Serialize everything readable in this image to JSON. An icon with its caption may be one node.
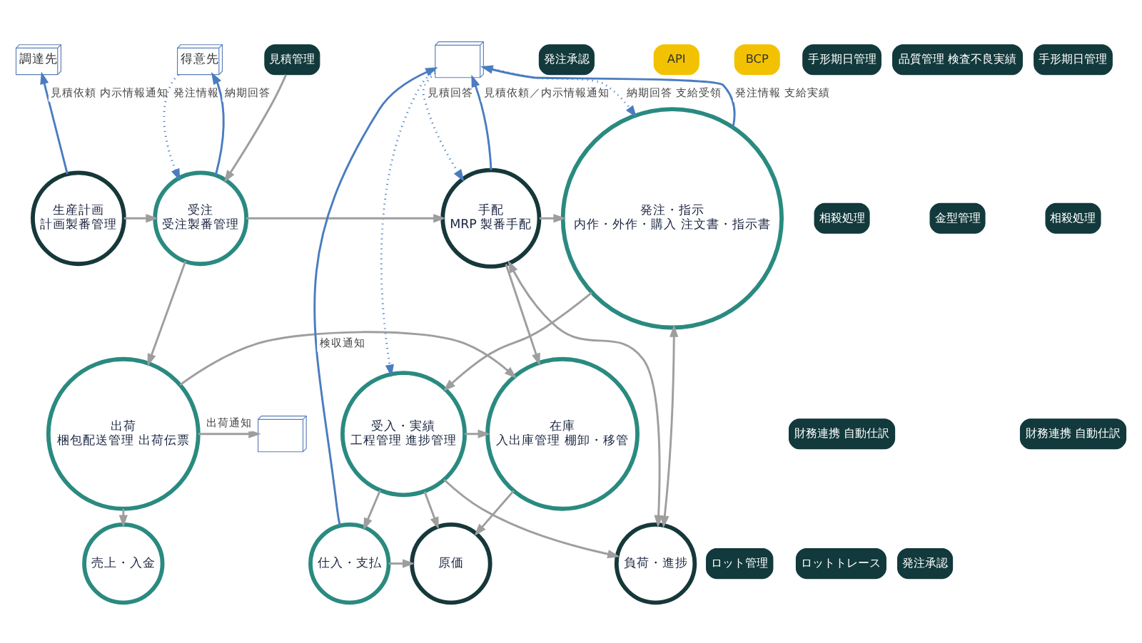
{
  "diagram": {
    "nodes": [
      {
        "text": [
          "調達先"
        ]
      },
      {
        "text": [
          "得意先"
        ]
      },
      {
        "text": [],
        "shape": "picture"
      },
      {
        "text": [
          "生産計画",
          "計画製番管理"
        ]
      },
      {
        "text": [
          "見積管理"
        ]
      },
      {
        "text": [
          "受注",
          "受注製番管理"
        ]
      },
      {
        "text": [
          "手配",
          "MRP 製番手配"
        ]
      },
      {
        "text": [
          "発注承認"
        ]
      },
      {
        "text": [
          "発注・指示",
          "内作・外作・購入 注文書・指示書"
        ]
      },
      {
        "text": [
          "API"
        ]
      },
      {
        "text": [
          "BCP"
        ]
      },
      {
        "text": [
          "負荷・進捗"
        ]
      },
      {
        "text": [
          "ロット管理"
        ]
      },
      {
        "text": [
          "ロットトレース"
        ]
      },
      {
        "text": [
          "発注承認"
        ]
      },
      {
        "text": [],
        "shape": "picture"
      },
      {
        "text": [
          "出荷",
          "梱包配送管理 出荷伝票"
        ]
      },
      {
        "text": [
          "在庫",
          "入出庫管理 棚卸・移管"
        ]
      },
      {
        "text": [
          "受入・実績",
          "工程管理 進捗管理"
        ]
      },
      {
        "text": [
          "手形期日管理"
        ]
      },
      {
        "text": [
          "相殺処理"
        ]
      },
      {
        "text": [
          "財務連携 自動仕訳"
        ]
      },
      {
        "text": [
          "品質管理 検査不良実績"
        ]
      },
      {
        "text": [
          "金型管理"
        ]
      },
      {
        "text": [
          "手形期日管理"
        ]
      },
      {
        "text": [
          "相殺処理"
        ]
      },
      {
        "text": [
          "財務連携 自動仕訳"
        ]
      },
      {
        "text": [
          "売上・入金"
        ]
      },
      {
        "text": [
          "原価"
        ]
      },
      {
        "text": [
          "仕入・支払"
        ]
      }
    ],
    "edges": [
      {
        "from": 3,
        "to": 0,
        "arrow": "to",
        "label": "見積依頼 内示情報通知",
        "color": "#4a7cc0"
      },
      {
        "from": 1,
        "to": 5,
        "arrow": "to",
        "label": "発注情報",
        "style": "dashed",
        "color": "#4a7cc0"
      },
      {
        "from": 5,
        "to": 1,
        "arrow": "to",
        "label": "納期回答",
        "color": "#4a7cc0"
      },
      {
        "from": 4,
        "to": 5,
        "arrow": "to"
      },
      {
        "from": 3,
        "to": 5,
        "arrow": "to"
      },
      {
        "from": 5,
        "to": 6,
        "arrow": "to"
      },
      {
        "from": 6,
        "to": 2,
        "arrow": "to",
        "label": "見積依頼／内示情報通知",
        "color": "#4a7cc0"
      },
      {
        "from": 2,
        "to": 6,
        "arrow": "to",
        "label": "見積回答",
        "style": "dashed",
        "color": "#4a7cc0"
      },
      {
        "from": 6,
        "to": 8,
        "arrow": "to"
      },
      {
        "from": 8,
        "to": 2,
        "arrow": "to",
        "label": "発注情報 支給実績",
        "color": "#4a7cc0"
      },
      {
        "from": 2,
        "to": 8,
        "arrow": "to",
        "label": "納期回答 支給受領",
        "style": "dashed",
        "color": "#4a7cc0"
      },
      {
        "from": 11,
        "to": 6,
        "arrow": "both"
      },
      {
        "from": 11,
        "to": 8,
        "arrow": "both"
      },
      {
        "from": 8,
        "to": 18,
        "arrow": "to"
      },
      {
        "from": 18,
        "to": 11,
        "arrow": "to"
      },
      {
        "from": 2,
        "to": 18,
        "arrow": "to",
        "style": "dashed",
        "color": "#4a7cc0"
      },
      {
        "from": 29,
        "to": 2,
        "arrow": "to",
        "label": "検収通知",
        "color": "#4a7cc0"
      },
      {
        "from": 5,
        "to": 16,
        "arrow": "to"
      },
      {
        "from": 16,
        "to": 15,
        "arrow": "to",
        "label": "出荷通知"
      },
      {
        "from": 16,
        "to": 17,
        "arrow": "to"
      },
      {
        "from": 6,
        "to": 17,
        "arrow": "to"
      },
      {
        "from": 18,
        "to": 17,
        "arrow": "to"
      },
      {
        "from": 16,
        "to": 27,
        "arrow": "to"
      },
      {
        "from": 17,
        "to": 28,
        "arrow": "to"
      },
      {
        "from": 18,
        "to": 28,
        "arrow": "to"
      },
      {
        "from": 18,
        "to": 29,
        "arrow": "to"
      },
      {
        "from": 29,
        "to": 28,
        "arrow": "to"
      }
    ]
  }
}
